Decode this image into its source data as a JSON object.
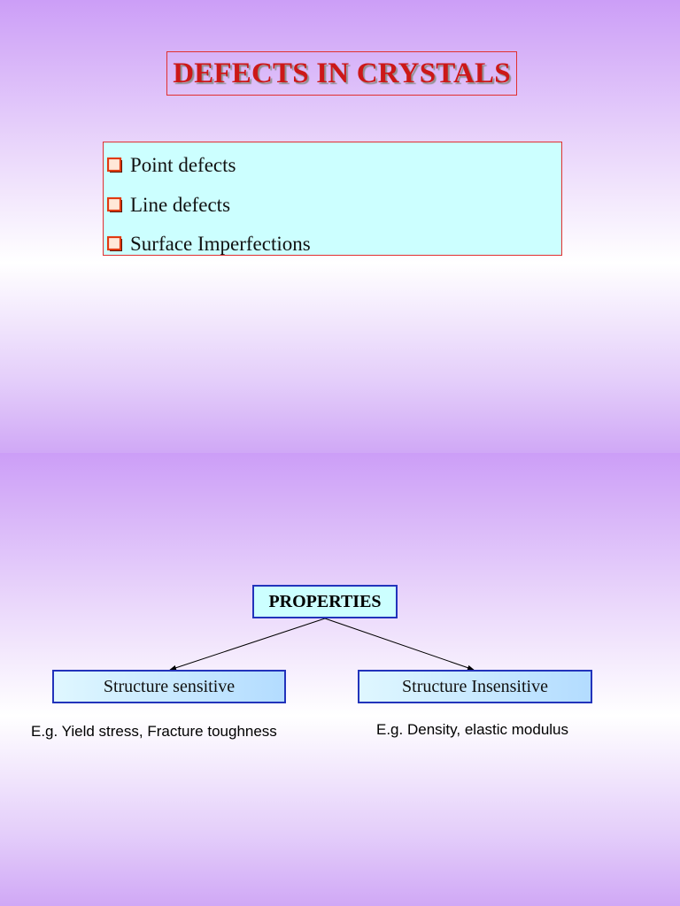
{
  "title": "DEFECTS IN CRYSTALS",
  "defects": [
    {
      "label": "Point defects"
    },
    {
      "label": "Line defects"
    },
    {
      "label": "Surface Imperfections"
    }
  ],
  "diagram": {
    "root": "PROPERTIES",
    "branches": [
      {
        "label": "Structure sensitive",
        "example": "E.g. Yield stress, Fracture toughness"
      },
      {
        "label": "Structure Insensitive",
        "example": "E.g. Density, elastic modulus"
      }
    ]
  },
  "colors": {
    "title": "#cc1818",
    "bullet_box_fill": "#ccffff",
    "box_border": "#2233bb",
    "bullet_icon": "#e03a10"
  },
  "icons": {
    "bullet": "checkbox-bullet-icon"
  }
}
